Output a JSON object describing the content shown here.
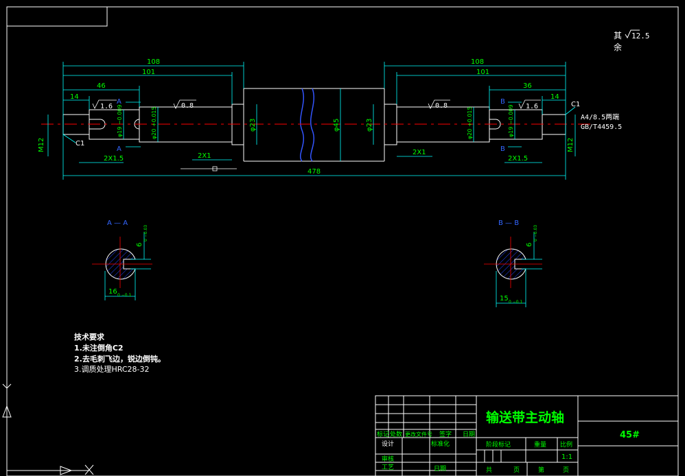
{
  "surface_note": {
    "line1": "其",
    "line2": "余",
    "roughness": "12.5"
  },
  "main_dims": {
    "left_overall": "108",
    "left_sub": "101",
    "left_46": "46",
    "left_14": "14",
    "right_overall": "108",
    "right_sub": "101",
    "right_36": "36",
    "right_14": "14",
    "total": "478",
    "chamfer_2x1_left": "2X1",
    "chamfer_2x1_right": "2X1",
    "chamfer_2x15_left": "2X1.5",
    "chamfer_2x15_right": "2X1.5",
    "thread_left": "M12",
    "thread_right": "M12",
    "c1_left": "C1",
    "c1_right": "C1",
    "dia_left_small": "φ19 −0.009",
    "dia_left_mid": "φ20 +0.015",
    "dia_left_23": "φ23",
    "dia_center": "φ45",
    "dia_right_23": "φ23",
    "dia_right_mid": "φ20 +0.015",
    "dia_right_small": "φ19 −0.009",
    "rough_left_16": "1.6",
    "rough_left_08": "0.8",
    "rough_right_08": "0.8",
    "rough_right_16": "1.6",
    "sec_mark_a": "A",
    "sec_mark_b": "B"
  },
  "center_hole_note": {
    "line1": "A4/8.5两端",
    "line2": "GB/T4459.5"
  },
  "section_a": {
    "title": "A — A",
    "width": "16",
    "width_tol": "0 −0.1",
    "depth": "6",
    "depth_tol": "0 −0.03"
  },
  "section_b": {
    "title": "B — B",
    "width": "15",
    "width_tol": "0 −0.1",
    "depth": "6",
    "depth_tol": "0 −0.03"
  },
  "tech_req": {
    "title": "技术要求",
    "item1": "1.未注倒角C2",
    "item2": "2.去毛刺飞边，锐边倒钝。",
    "item3": "3.调质处理HRC28-32"
  },
  "title_block": {
    "drawing_name": "输送带主动轴",
    "material": "45#",
    "row_labels": [
      "标记",
      "处数",
      "更改文件号",
      "签字",
      "日期"
    ],
    "design": "设计",
    "standardization": "标准化",
    "review": "审核",
    "process": "工艺",
    "date": "日期",
    "stage_mark": "阶段标记",
    "weight": "重量",
    "scale_label": "比例",
    "scale": "1:1",
    "total_sheets": "共",
    "sheet_label": "页",
    "sheet_no": "第",
    "sheet_label2": "页"
  },
  "colors": {
    "outline": "#ffffff",
    "dimension": "#00ff00",
    "leader": "#00ffff",
    "centerline": "#ff0000",
    "hatch": "#0000ff",
    "section_mark": "#0000ff"
  }
}
